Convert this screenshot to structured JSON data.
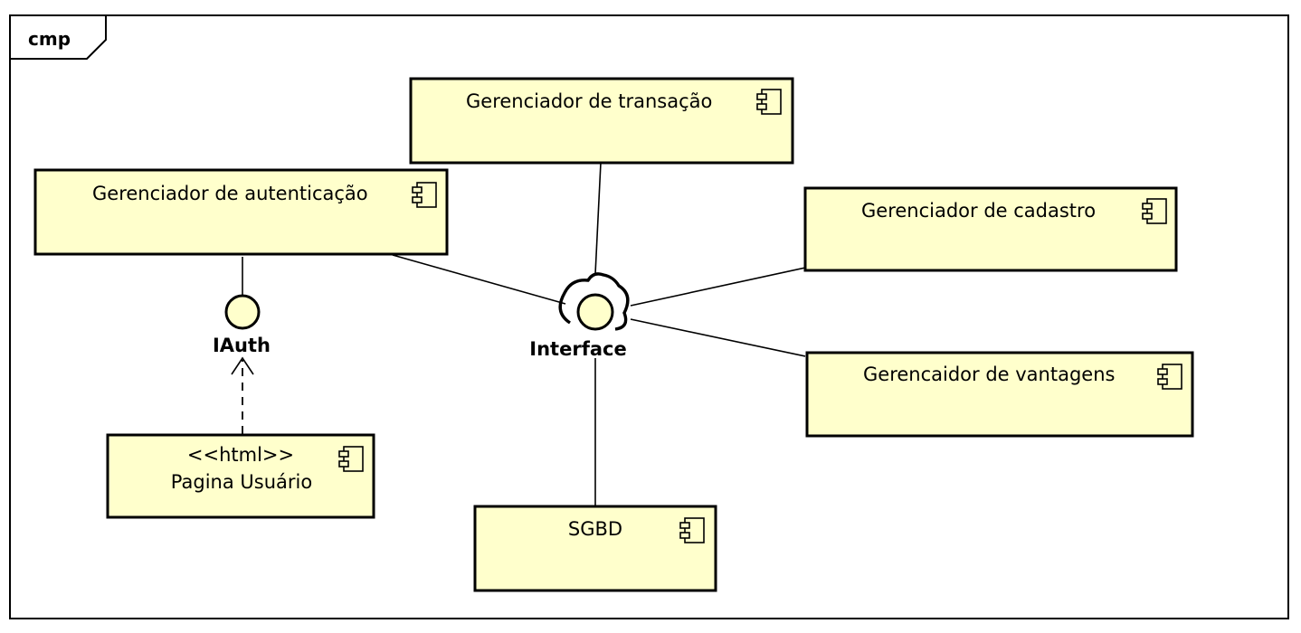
{
  "frame": {
    "label": "cmp"
  },
  "components": {
    "transacao": {
      "label": "Gerenciador de transação",
      "icon": "component-icon"
    },
    "autenticacao": {
      "label": "Gerenciador de autenticação",
      "icon": "component-icon"
    },
    "cadastro": {
      "label": "Gerenciador de cadastro",
      "icon": "component-icon"
    },
    "vantagens": {
      "label": "Gerencaidor de vantagens",
      "icon": "component-icon"
    },
    "pagina": {
      "stereotype": "<<html>>",
      "label": "Pagina Usuário",
      "icon": "component-icon"
    },
    "sgbd": {
      "label": "SGBD",
      "icon": "component-icon"
    }
  },
  "interfaces": {
    "iauth": {
      "label": "IAuth"
    },
    "interface": {
      "label": "Interface"
    }
  },
  "colors": {
    "component_fill": "#ffffcc",
    "stroke": "#000000"
  }
}
